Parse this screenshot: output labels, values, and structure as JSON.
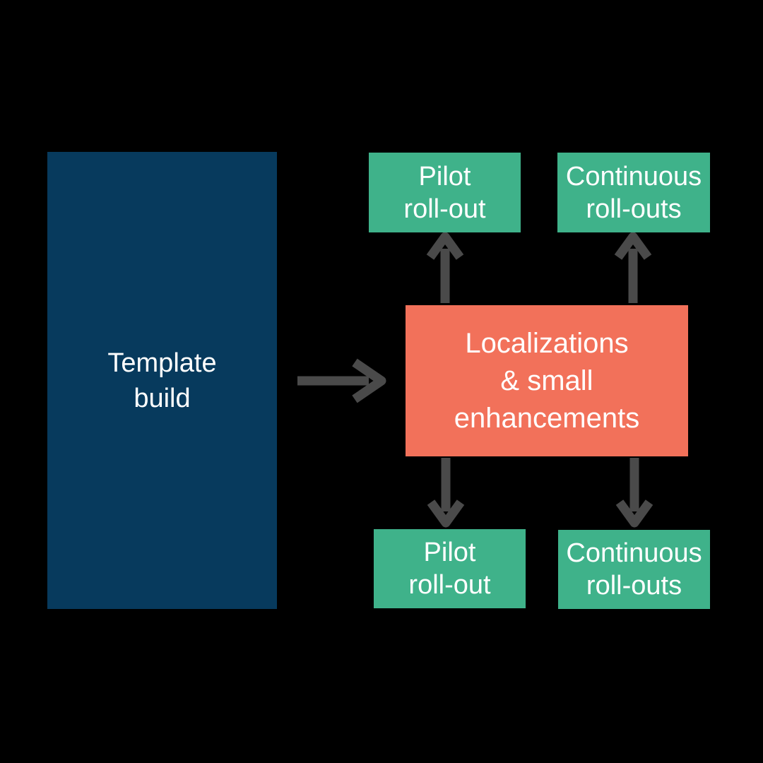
{
  "colors": {
    "background": "#000000",
    "template_box": "#073a5d",
    "rollout_boxes": "#3fb28a",
    "localizations_box": "#f2715a",
    "arrows": "#4a4a4a",
    "text": "#ffffff"
  },
  "nodes": {
    "template_build": {
      "lines": [
        "Template",
        "build"
      ]
    },
    "localizations": {
      "lines": [
        "Localizations",
        "& small",
        "enhancements"
      ]
    },
    "pilot_rollout_top": {
      "lines": [
        "Pilot",
        "roll-out"
      ]
    },
    "continuous_rollouts_top": {
      "lines": [
        "Continuous",
        "roll-outs"
      ]
    },
    "pilot_rollout_bottom": {
      "lines": [
        "Pilot",
        "roll-out"
      ]
    },
    "continuous_rollouts_bottom": {
      "lines": [
        "Continuous",
        "roll-outs"
      ]
    }
  },
  "connectors": [
    {
      "name": "template-to-localizations",
      "direction": "right"
    },
    {
      "name": "localizations-to-pilot-top",
      "direction": "up"
    },
    {
      "name": "localizations-to-continuous-top",
      "direction": "up"
    },
    {
      "name": "localizations-to-pilot-bottom",
      "direction": "down"
    },
    {
      "name": "localizations-to-continuous-bottom",
      "direction": "down"
    }
  ]
}
